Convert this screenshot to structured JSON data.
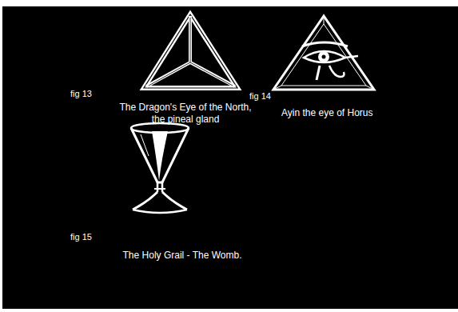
{
  "diagram": {
    "labels": [
      "fig 13",
      "The Dragon's Eye of the North, the pineal gland",
      "fig 14",
      "Ayin the eye of Horus",
      "fig 15",
      "The Holy Grail - The Womb."
    ]
  }
}
